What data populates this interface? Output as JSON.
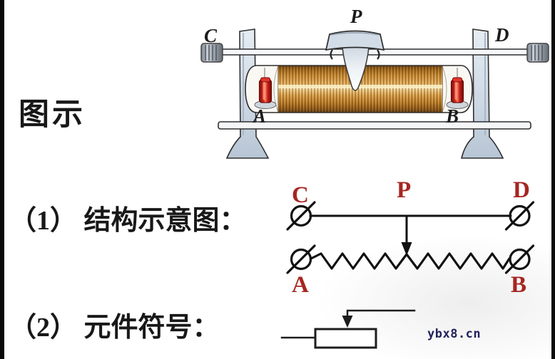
{
  "page": {
    "background": "#ffffff",
    "edge_bar_color": "#0a0a0a"
  },
  "caption": {
    "text": "图示"
  },
  "sections": [
    {
      "label": "（1） 结构示意图："
    },
    {
      "label": "（2） 元件符号："
    }
  ],
  "watermark": {
    "text": "ybx8.cn",
    "color": "#23235c"
  },
  "photo": {
    "labels": {
      "c": "C",
      "p": "P",
      "d": "D",
      "a": "A",
      "b": "B"
    },
    "label_color": "#1c1c1c",
    "colors": {
      "coil": "#d29a45",
      "coil_highlight": "#fdf3cd",
      "stand": "#ccd7e3",
      "binding_post": "#d42a1e",
      "rail": "#f4f6f8",
      "knob": "#9aa1ab"
    }
  },
  "schematic": {
    "labels": {
      "c": "C",
      "p": "P",
      "d": "D",
      "a": "A",
      "b": "B"
    },
    "label_color": "#a62621",
    "line_color": "#111111"
  },
  "symbol": {
    "line_color": "#1d1d1d"
  }
}
